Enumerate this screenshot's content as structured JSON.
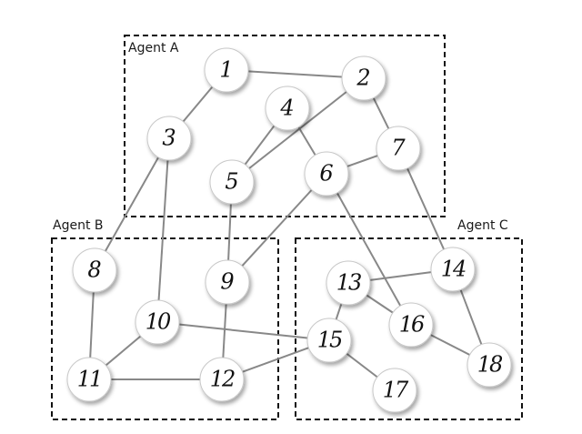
{
  "diagram": {
    "groups": [
      {
        "id": "A",
        "label": "Agent A"
      },
      {
        "id": "B",
        "label": "Agent B"
      },
      {
        "id": "C",
        "label": "Agent C"
      }
    ],
    "nodes": [
      {
        "id": "1",
        "label": "1",
        "group": "A"
      },
      {
        "id": "2",
        "label": "2",
        "group": "A"
      },
      {
        "id": "3",
        "label": "3",
        "group": "A"
      },
      {
        "id": "4",
        "label": "4",
        "group": "A"
      },
      {
        "id": "5",
        "label": "5",
        "group": "A"
      },
      {
        "id": "6",
        "label": "6",
        "group": "A"
      },
      {
        "id": "7",
        "label": "7",
        "group": "A"
      },
      {
        "id": "8",
        "label": "8",
        "group": "B"
      },
      {
        "id": "9",
        "label": "9",
        "group": "B"
      },
      {
        "id": "10",
        "label": "10",
        "group": "B"
      },
      {
        "id": "11",
        "label": "11",
        "group": "B"
      },
      {
        "id": "12",
        "label": "12",
        "group": "B"
      },
      {
        "id": "13",
        "label": "13",
        "group": "C"
      },
      {
        "id": "14",
        "label": "14",
        "group": "C"
      },
      {
        "id": "15",
        "label": "15",
        "group": "C"
      },
      {
        "id": "16",
        "label": "16",
        "group": "C"
      },
      {
        "id": "17",
        "label": "17",
        "group": "C"
      },
      {
        "id": "18",
        "label": "18",
        "group": "C"
      }
    ],
    "edges": [
      [
        "1",
        "2"
      ],
      [
        "1",
        "3"
      ],
      [
        "2",
        "5"
      ],
      [
        "2",
        "7"
      ],
      [
        "4",
        "5"
      ],
      [
        "4",
        "6"
      ],
      [
        "6",
        "7"
      ],
      [
        "3",
        "8"
      ],
      [
        "3",
        "10"
      ],
      [
        "5",
        "9"
      ],
      [
        "6",
        "9"
      ],
      [
        "6",
        "16"
      ],
      [
        "7",
        "14"
      ],
      [
        "8",
        "11"
      ],
      [
        "9",
        "12"
      ],
      [
        "10",
        "11"
      ],
      [
        "10",
        "15"
      ],
      [
        "11",
        "12"
      ],
      [
        "12",
        "15"
      ],
      [
        "13",
        "14"
      ],
      [
        "13",
        "16"
      ],
      [
        "13",
        "15"
      ],
      [
        "14",
        "18"
      ],
      [
        "15",
        "17"
      ],
      [
        "16",
        "18"
      ]
    ]
  }
}
